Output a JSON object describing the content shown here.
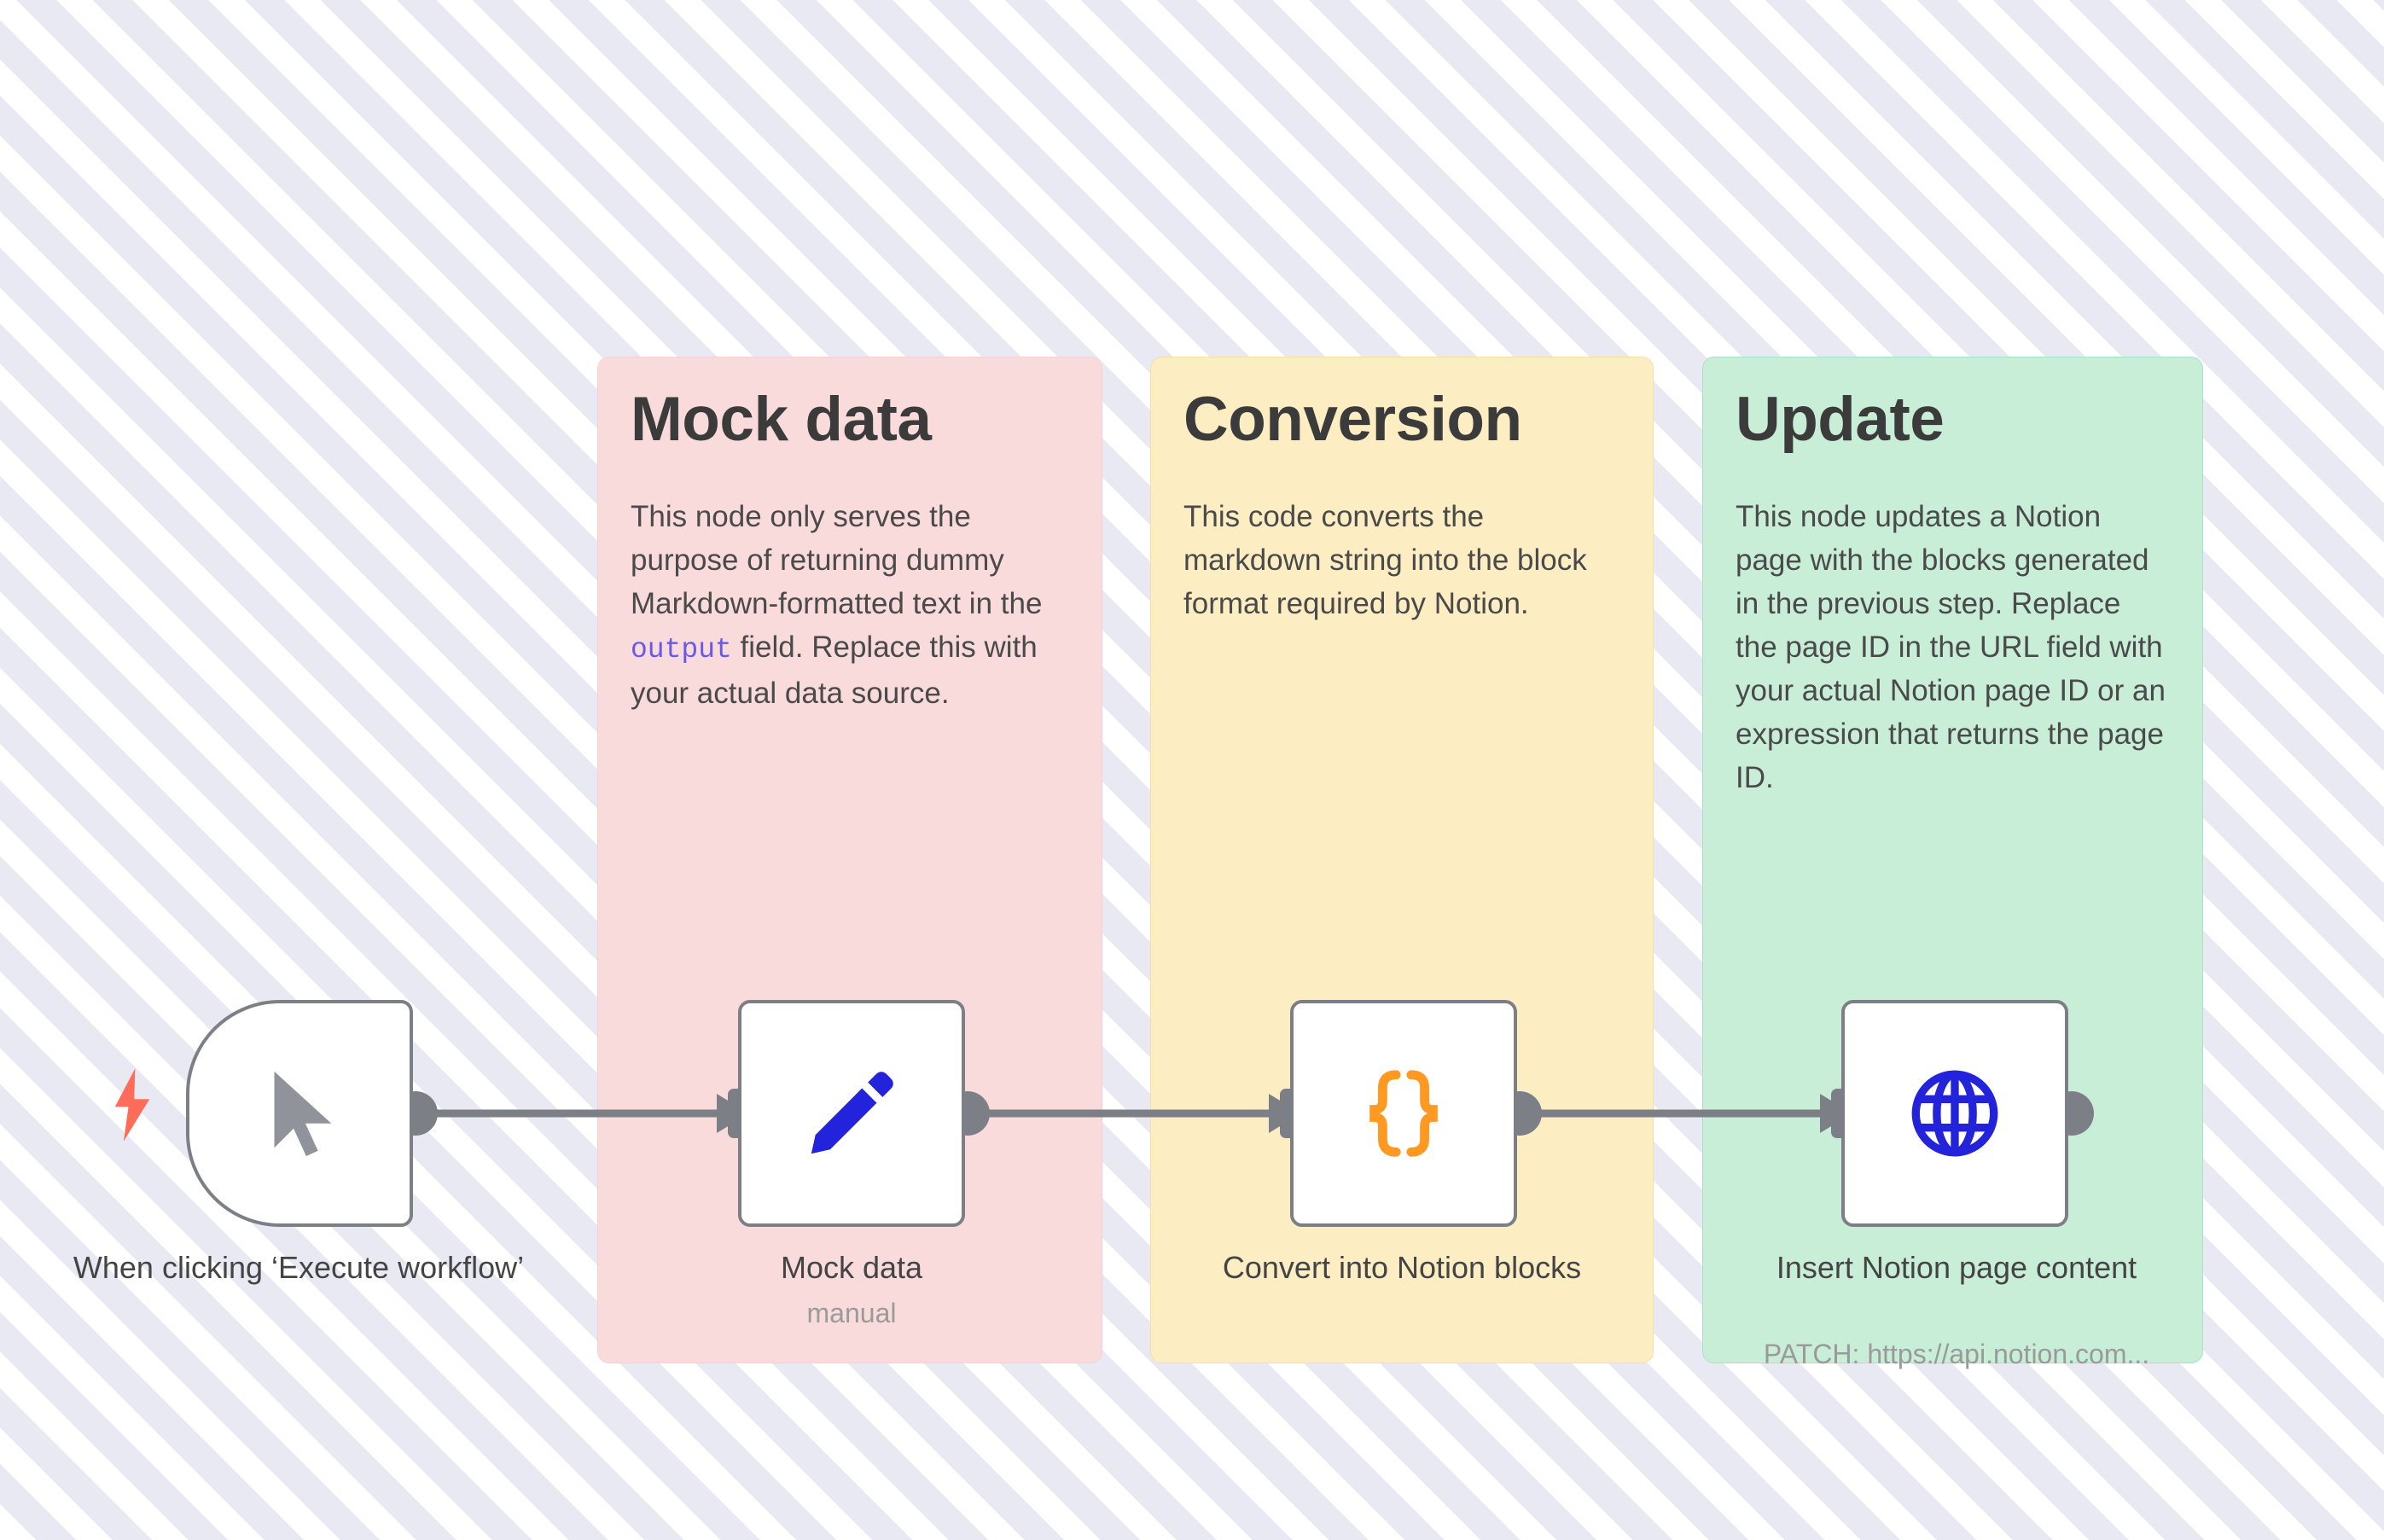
{
  "canvas": {
    "background_color": "#fcfcfe",
    "stripe_color": "#e9e9f4"
  },
  "sticky_notes": [
    {
      "id": "mock-data",
      "title": "Mock data",
      "color": "#fadbdb",
      "body_before_code": "This node only serves the purpose of returning dummy Markdown-formatted text in the ",
      "code": "output",
      "body_after_code": " field. Replace this with your actual data source."
    },
    {
      "id": "conversion",
      "title": "Conversion",
      "color": "#fcedc3",
      "body": "This code converts the markdown string into the block format required by Notion."
    },
    {
      "id": "update",
      "title": "Update",
      "color": "#c9eed8",
      "body": "This node updates a Notion page with the blocks generated in the previous step. Replace the page ID in the URL field with your actual Notion page ID or an expression that returns the page ID."
    }
  ],
  "nodes": [
    {
      "id": "trigger",
      "label": "When clicking ‘Execute workflow’",
      "sublabel": "",
      "icon": "cursor-arrow-icon",
      "icon_color": "#909399",
      "badge": "lightning-bolt-icon",
      "badge_color": "#ff6d5a"
    },
    {
      "id": "mock-data",
      "label": "Mock data",
      "sublabel": "manual",
      "icon": "pencil-icon",
      "icon_color": "#2323dc"
    },
    {
      "id": "convert-into-notion-blocks",
      "label": "Convert into Notion blocks",
      "sublabel": "",
      "icon": "curly-braces-icon",
      "icon_color": "#ff9922"
    },
    {
      "id": "insert-notion-page-content",
      "label": "Insert Notion page content",
      "sublabel": "PATCH: https://api.notion.com...",
      "icon": "globe-icon",
      "icon_color": "#2323dc"
    }
  ],
  "connections": [
    {
      "from": "trigger",
      "to": "mock-data"
    },
    {
      "from": "mock-data",
      "to": "convert-into-notion-blocks"
    },
    {
      "from": "convert-into-notion-blocks",
      "to": "insert-notion-page-content"
    }
  ],
  "edge_color": "#7d7f86"
}
